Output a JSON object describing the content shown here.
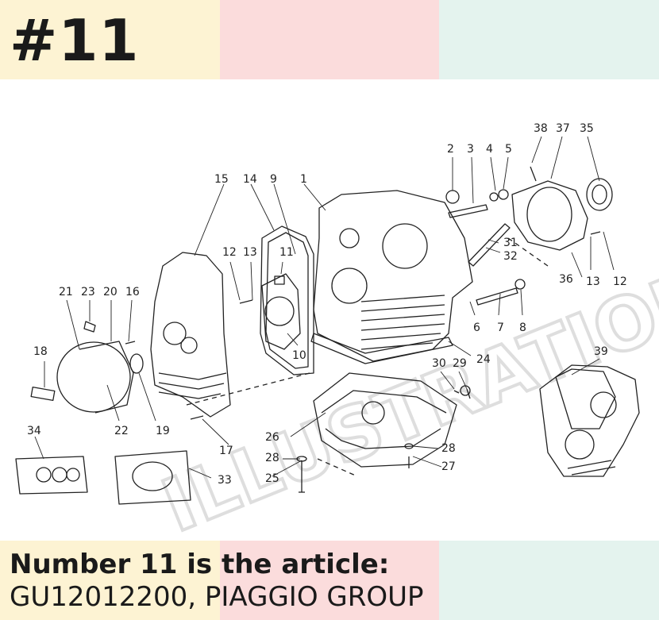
{
  "header": {
    "title": "#11"
  },
  "colors": {
    "band_yellow": "#fdf3d3",
    "band_pink": "#fbdcdc",
    "band_mint": "#e4f3ee",
    "ink": "#1a1a1a",
    "watermark": "#d9d9d9"
  },
  "diagram": {
    "watermark_text": "ILLUSTRATIONS",
    "callouts": [
      {
        "id": "c1",
        "text": "1"
      },
      {
        "id": "c2",
        "text": "2"
      },
      {
        "id": "c3",
        "text": "3"
      },
      {
        "id": "c4",
        "text": "4"
      },
      {
        "id": "c5",
        "text": "5"
      },
      {
        "id": "c6",
        "text": "6"
      },
      {
        "id": "c7",
        "text": "7"
      },
      {
        "id": "c8",
        "text": "8"
      },
      {
        "id": "c9",
        "text": "9"
      },
      {
        "id": "c10",
        "text": "10"
      },
      {
        "id": "c11",
        "text": "11"
      },
      {
        "id": "c12a",
        "text": "12"
      },
      {
        "id": "c12b",
        "text": "12"
      },
      {
        "id": "c13a",
        "text": "13"
      },
      {
        "id": "c13b",
        "text": "13"
      },
      {
        "id": "c14",
        "text": "14"
      },
      {
        "id": "c15",
        "text": "15"
      },
      {
        "id": "c16",
        "text": "16"
      },
      {
        "id": "c17",
        "text": "17"
      },
      {
        "id": "c18",
        "text": "18"
      },
      {
        "id": "c19",
        "text": "19"
      },
      {
        "id": "c20",
        "text": "20"
      },
      {
        "id": "c21",
        "text": "21"
      },
      {
        "id": "c22",
        "text": "22"
      },
      {
        "id": "c23",
        "text": "23"
      },
      {
        "id": "c24",
        "text": "24"
      },
      {
        "id": "c25",
        "text": "25"
      },
      {
        "id": "c26",
        "text": "26"
      },
      {
        "id": "c27",
        "text": "27"
      },
      {
        "id": "c28a",
        "text": "28"
      },
      {
        "id": "c28b",
        "text": "28"
      },
      {
        "id": "c29",
        "text": "29"
      },
      {
        "id": "c30",
        "text": "30"
      },
      {
        "id": "c31",
        "text": "31"
      },
      {
        "id": "c32",
        "text": "32"
      },
      {
        "id": "c33",
        "text": "33"
      },
      {
        "id": "c34",
        "text": "34"
      },
      {
        "id": "c35",
        "text": "35"
      },
      {
        "id": "c36",
        "text": "36"
      },
      {
        "id": "c37",
        "text": "37"
      },
      {
        "id": "c38",
        "text": "38"
      },
      {
        "id": "c39",
        "text": "39"
      }
    ]
  },
  "caption": {
    "line1": "Number 11 is the article:",
    "line2": "GU12012200, PIAGGIO GROUP"
  }
}
